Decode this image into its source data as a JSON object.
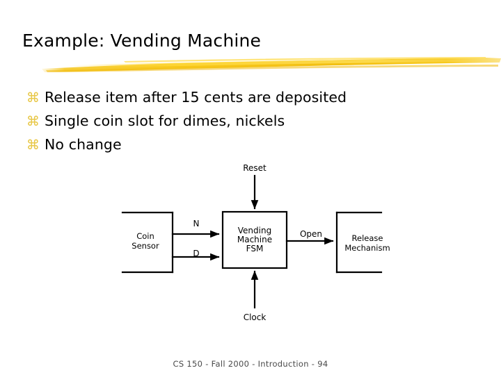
{
  "slide": {
    "title": "Example: Vending Machine",
    "bullet_glyph": "⌘",
    "bullet_color": "#e8c84a",
    "background_color": "#ffffff",
    "accent_color": "#f5c518",
    "bullets": [
      "Release item after 15 cents are deposited",
      "Single coin slot for dimes, nickels",
      "No change"
    ],
    "footer": "CS 150 - Fall 2000 - Introduction - 94"
  },
  "diagram": {
    "blocks": [
      {
        "id": "coin-sensor",
        "label_line1": "Coin",
        "label_line2": "Sensor"
      },
      {
        "id": "vending-machine-fsm",
        "label_line1": "Vending",
        "label_line2": "Machine",
        "label_line3": "FSM"
      },
      {
        "id": "release-mechanism",
        "label_line1": "Release",
        "label_line2": "Mechanism"
      }
    ],
    "signals": {
      "reset": "Reset",
      "nickel": "N",
      "dime": "D",
      "open": "Open",
      "clock": "Clock"
    }
  }
}
